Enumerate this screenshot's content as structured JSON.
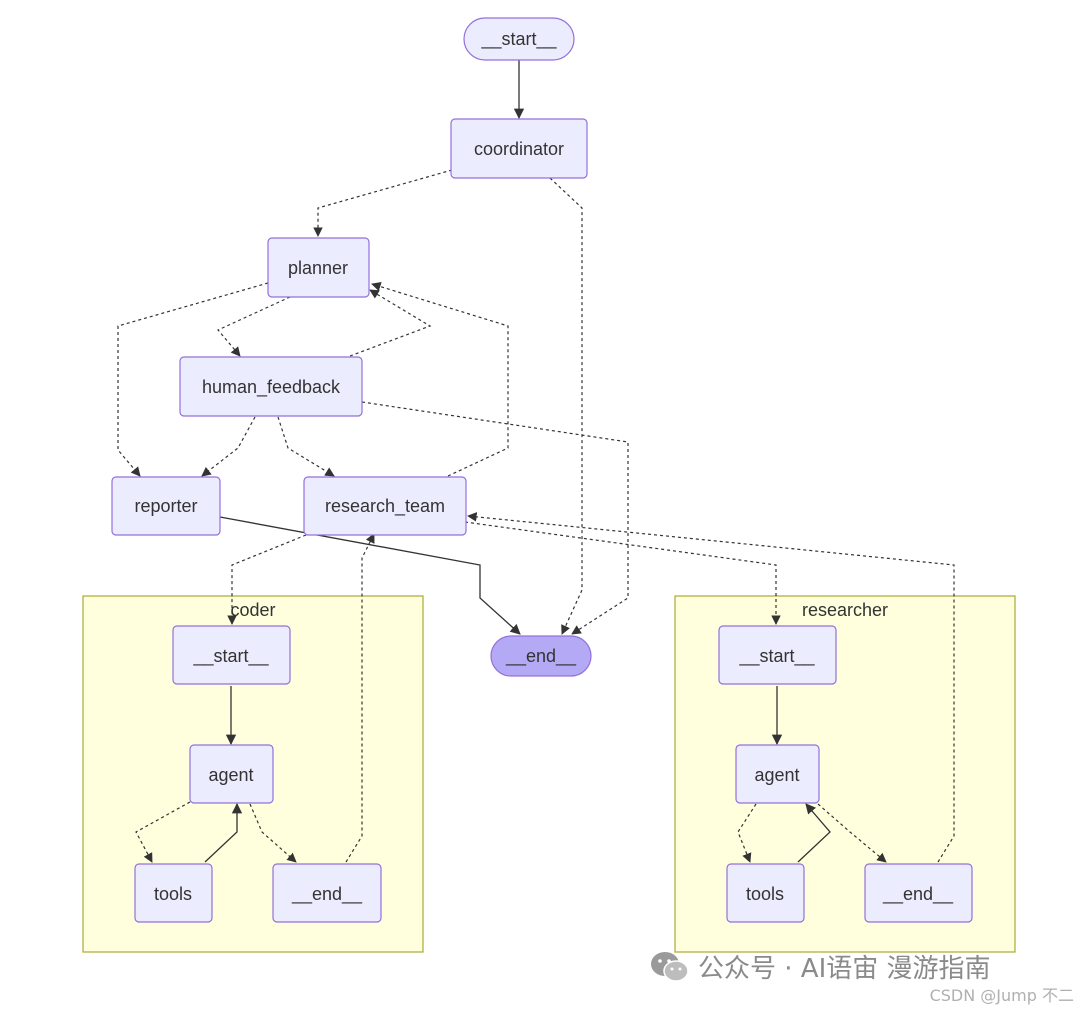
{
  "nodes": {
    "start": "__start__",
    "coordinator": "coordinator",
    "planner": "planner",
    "human_feedback": "human_feedback",
    "reporter": "reporter",
    "research_team": "research_team",
    "end": "__end__"
  },
  "clusters": {
    "coder": {
      "title": "coder",
      "start": "__start__",
      "agent": "agent",
      "tools": "tools",
      "end": "__end__"
    },
    "researcher": {
      "title": "researcher",
      "start": "__start__",
      "agent": "agent",
      "tools": "tools",
      "end": "__end__"
    }
  },
  "watermark": {
    "text": "公众号 · AI语宙 漫游指南",
    "icon": "wechat-icon",
    "credit": "CSDN @Jump 不二"
  },
  "colors": {
    "node_fill": "#ECECFF",
    "node_stroke": "#9370DB",
    "end_fill": "#B4A9F5",
    "cluster_fill": "#FFFFDE",
    "cluster_stroke": "#AAAA33",
    "edge": "#333333"
  }
}
